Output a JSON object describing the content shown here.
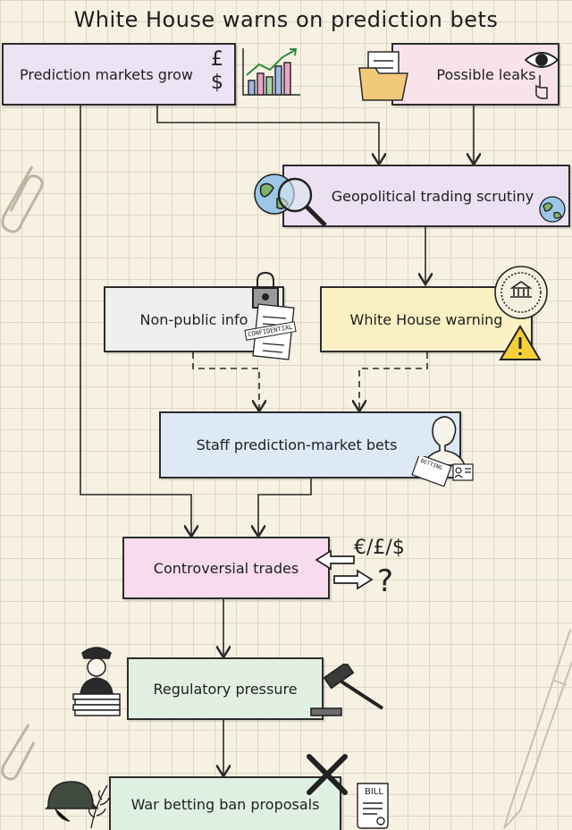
{
  "title": "White House warns on prediction bets",
  "nodes": {
    "markets": {
      "label": "Prediction markets grow",
      "color": "#ece4f5"
    },
    "leaks": {
      "label": "Possible leaks",
      "color": "#f8e3ec"
    },
    "geo": {
      "label": "Geopolitical trading scrutiny",
      "color": "#ebe1f3"
    },
    "nonpublic": {
      "label": "Non-public info",
      "color": "#efefed"
    },
    "warning": {
      "label": "White House warning",
      "color": "#fbf0c4"
    },
    "staff": {
      "label": "Staff prediction-market bets",
      "color": "#dde9f6"
    },
    "controversial": {
      "label": "Controversial trades",
      "color": "#f8dcee"
    },
    "regulatory": {
      "label": "Regulatory pressure",
      "color": "#e2f0e2"
    },
    "ban": {
      "label": "War betting ban proposals",
      "color": "#dff0e2"
    }
  },
  "labels": {
    "currency": "€/£/$",
    "question": "?",
    "confidential": "CONFIDENTIAL",
    "bill": "BILL",
    "betting_slip": "BETTING"
  },
  "icons": [
    "currency-symbols-icon",
    "bar-chart-icon",
    "folder-icon",
    "eye-icon",
    "globe-icon",
    "magnifier-icon",
    "padlock-icon",
    "document-icon",
    "seal-icon",
    "warning-icon",
    "person-icon",
    "ticket-icon",
    "id-card-icon",
    "exchange-arrows-icon",
    "officer-icon",
    "gavel-icon",
    "helmet-icon",
    "cross-icon",
    "bill-scroll-icon",
    "paperclip-icon",
    "pen-icon"
  ]
}
